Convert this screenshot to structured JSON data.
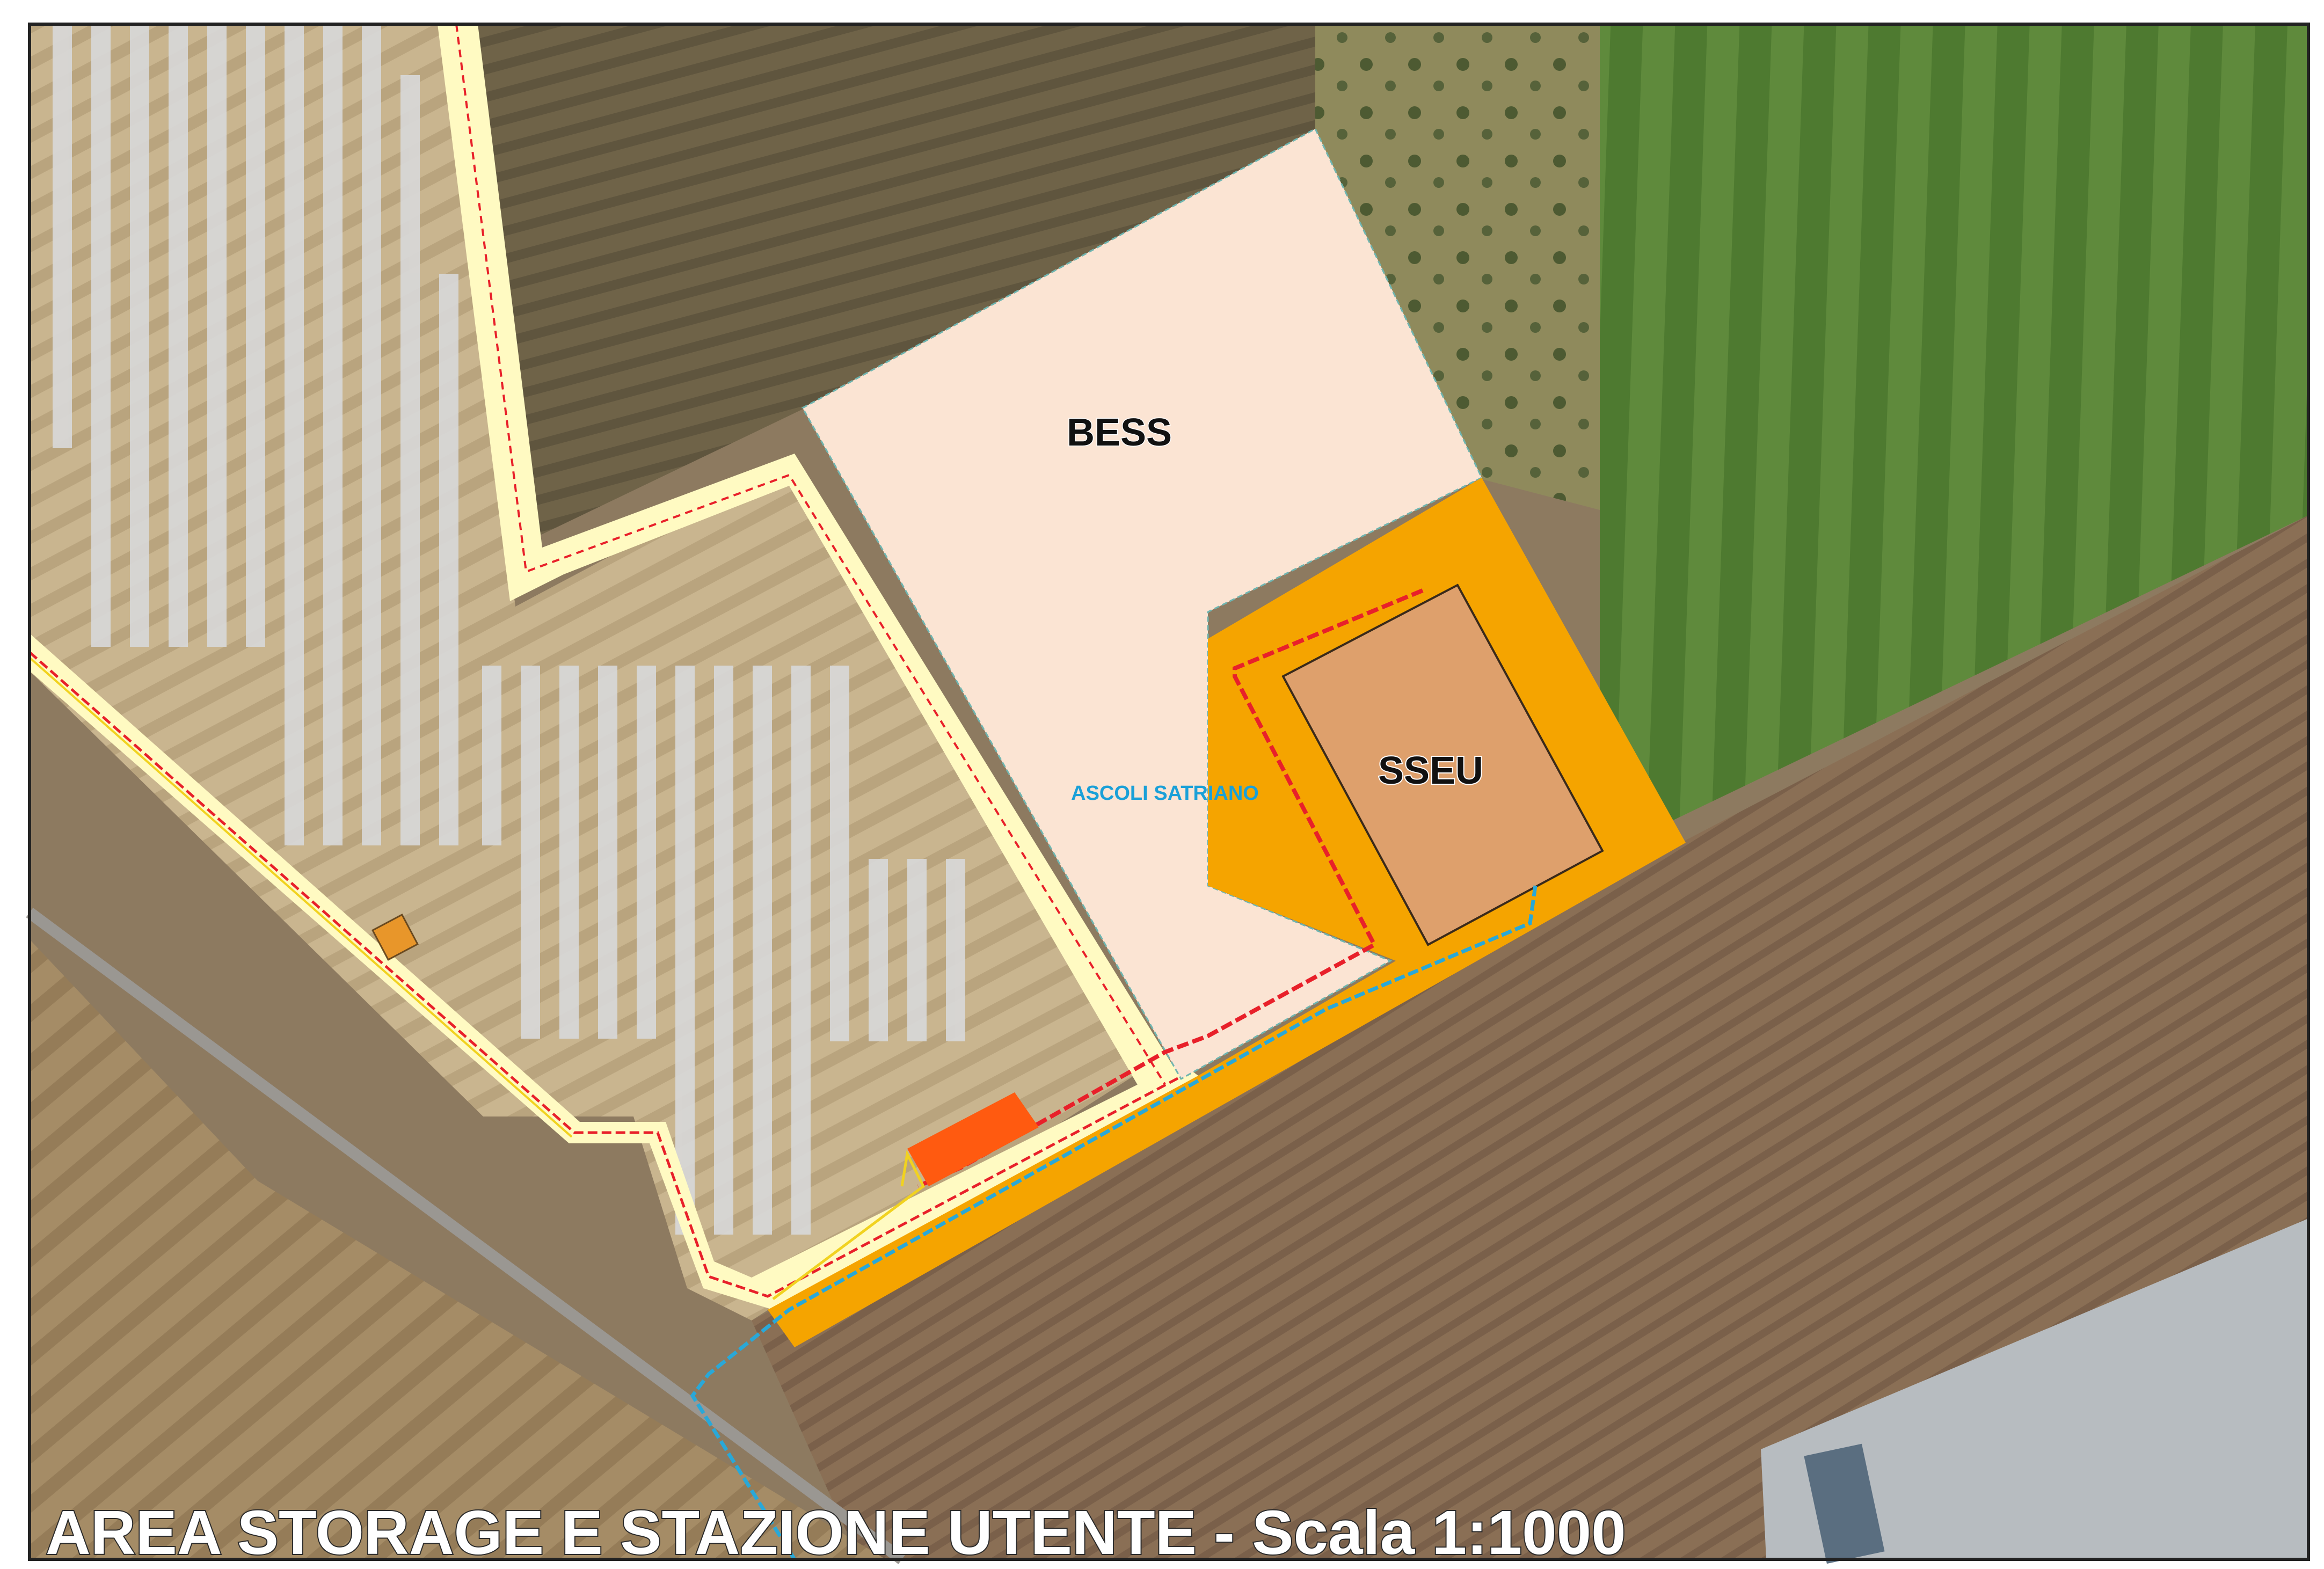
{
  "map": {
    "title": "AREA STORAGE E STAZIONE UTENTE - Scala 1:1000",
    "labels": {
      "bess": "BESS",
      "sseu": "SSEU",
      "municipality": "ASCOLI SATRIANO"
    },
    "legend_colors": {
      "bess_area": "#fbe4d3",
      "sseu_area": "#f5a400",
      "sseu_building": "#dea06c",
      "access_road": "#fffac2",
      "cable_mt": "#e8202a",
      "cable_at": "#29a8d8",
      "pv_panels": "#d8d8d8",
      "cabin": "#ff5a10"
    },
    "icons": [
      "substation-building",
      "pv-panel-row",
      "electric-cable"
    ]
  }
}
